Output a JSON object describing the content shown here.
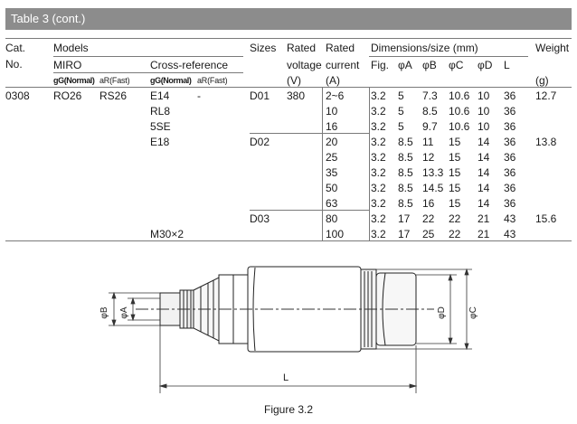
{
  "table_title": "Table 3 (cont.)",
  "header": {
    "cat_line1": "Cat.",
    "cat_line2": "No.",
    "models": "Models",
    "miro": "MIRO",
    "cross_reference": "Cross-reference",
    "gg_normal": "gG(Normal)",
    "ar_fast": "aR(Fast)",
    "sizes": "Sizes",
    "rated_voltage_1": "Rated",
    "rated_voltage_2": "voltage",
    "rated_voltage_unit": "(V)",
    "rated_current_1": "Rated",
    "rated_current_2": "current",
    "rated_current_unit": "(A)",
    "dimensions": "Dimensions/size (mm)",
    "fig": "Fig.",
    "phi_a": "φA",
    "phi_b": "φB",
    "phi_c": "φC",
    "phi_d": "φD",
    "l": "L",
    "weight": "Weight",
    "weight_unit": "(g)"
  },
  "body": {
    "cat_no": "0308",
    "miro_gg": "RO26",
    "miro_ar": "RS26",
    "cross_gg": [
      "E14",
      "RL8",
      "5SE",
      "E18",
      "M30×2"
    ],
    "cross_ar": "-",
    "voltage": "380",
    "rows": [
      {
        "size": "D01",
        "current": "2~6",
        "fig": "3.2",
        "a": "5",
        "b": "7.3",
        "c": "10.6",
        "d": "10",
        "l": "36",
        "weight": "12.7"
      },
      {
        "size": "",
        "current": "10",
        "fig": "3.2",
        "a": "5",
        "b": "8.5",
        "c": "10.6",
        "d": "10",
        "l": "36",
        "weight": ""
      },
      {
        "size": "",
        "current": "16",
        "fig": "3.2",
        "a": "5",
        "b": "9.7",
        "c": "10.6",
        "d": "10",
        "l": "36",
        "weight": ""
      },
      {
        "size": "D02",
        "current": "20",
        "fig": "3.2",
        "a": "8.5",
        "b": "11",
        "c": "15",
        "d": "14",
        "l": "36",
        "weight": "13.8"
      },
      {
        "size": "",
        "current": "25",
        "fig": "3.2",
        "a": "8.5",
        "b": "12",
        "c": "15",
        "d": "14",
        "l": "36",
        "weight": ""
      },
      {
        "size": "",
        "current": "35",
        "fig": "3.2",
        "a": "8.5",
        "b": "13.3",
        "c": "15",
        "d": "14",
        "l": "36",
        "weight": ""
      },
      {
        "size": "",
        "current": "50",
        "fig": "3.2",
        "a": "8.5",
        "b": "14.5",
        "c": "15",
        "d": "14",
        "l": "36",
        "weight": ""
      },
      {
        "size": "",
        "current": "63",
        "fig": "3.2",
        "a": "8.5",
        "b": "16",
        "c": "15",
        "d": "14",
        "l": "36",
        "weight": ""
      },
      {
        "size": "D03",
        "current": "80",
        "fig": "3.2",
        "a": "17",
        "b": "22",
        "c": "22",
        "d": "21",
        "l": "43",
        "weight": "15.6"
      },
      {
        "size": "",
        "current": "100",
        "fig": "3.2",
        "a": "17",
        "b": "25",
        "c": "22",
        "d": "21",
        "l": "43",
        "weight": ""
      }
    ]
  },
  "figure": {
    "label_b": "φB",
    "label_a": "φA",
    "label_d": "φD",
    "label_c": "φC",
    "label_l": "L",
    "caption": "Figure 3.2"
  }
}
